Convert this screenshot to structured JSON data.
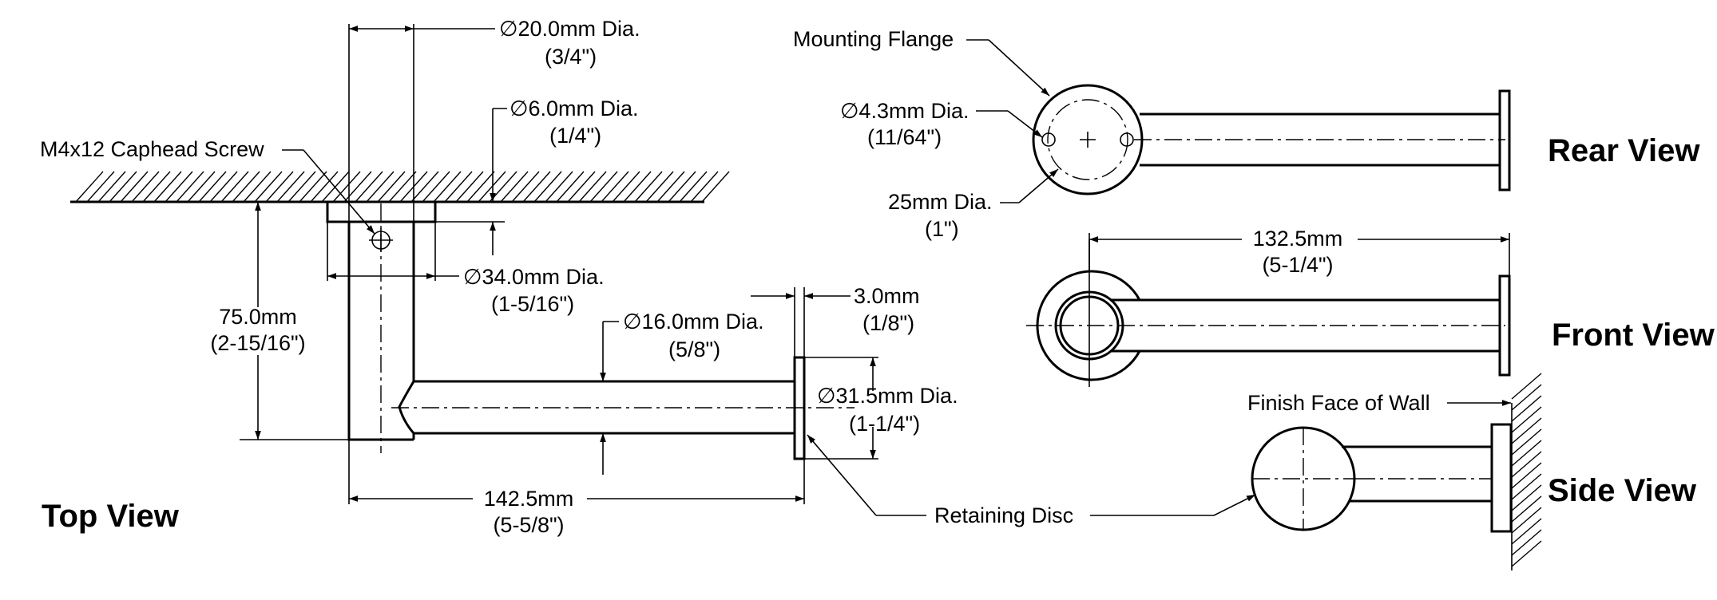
{
  "views": {
    "top": "Top View",
    "rear": "Rear View",
    "front": "Front View",
    "side": "Side View"
  },
  "top_view": {
    "dia20_line1": "∅20.0mm Dia.",
    "dia20_line2": "(3/4\")",
    "dia6_line1": "∅6.0mm Dia.",
    "dia6_line2": "(1/4\")",
    "screw": "M4x12 Caphead Screw",
    "dia34_line1": "∅34.0mm Dia.",
    "dia34_line2": "(1-5/16\")",
    "h75_line1": "75.0mm",
    "h75_line2": "(2-15/16\")",
    "t3_line1": "3.0mm",
    "t3_line2": "(1/8\")",
    "dia16_line1": "∅16.0mm Dia.",
    "dia16_line2": "(5/8\")",
    "dia31_line1": "∅31.5mm Dia.",
    "dia31_line2": "(1-1/4\")",
    "len_line1": "142.5mm",
    "len_line2": "(5-5/8\")",
    "disc": "Retaining Disc"
  },
  "rear_view": {
    "flange": "Mounting Flange",
    "dia43_line1": "∅4.3mm Dia.",
    "dia43_line2": "(11/64\")",
    "dia25_line1": "25mm Dia.",
    "dia25_line2": "(1\")"
  },
  "front_view": {
    "len_line1": "132.5mm",
    "len_line2": "(5-1/4\")"
  },
  "side_view": {
    "wall": "Finish Face of Wall"
  }
}
